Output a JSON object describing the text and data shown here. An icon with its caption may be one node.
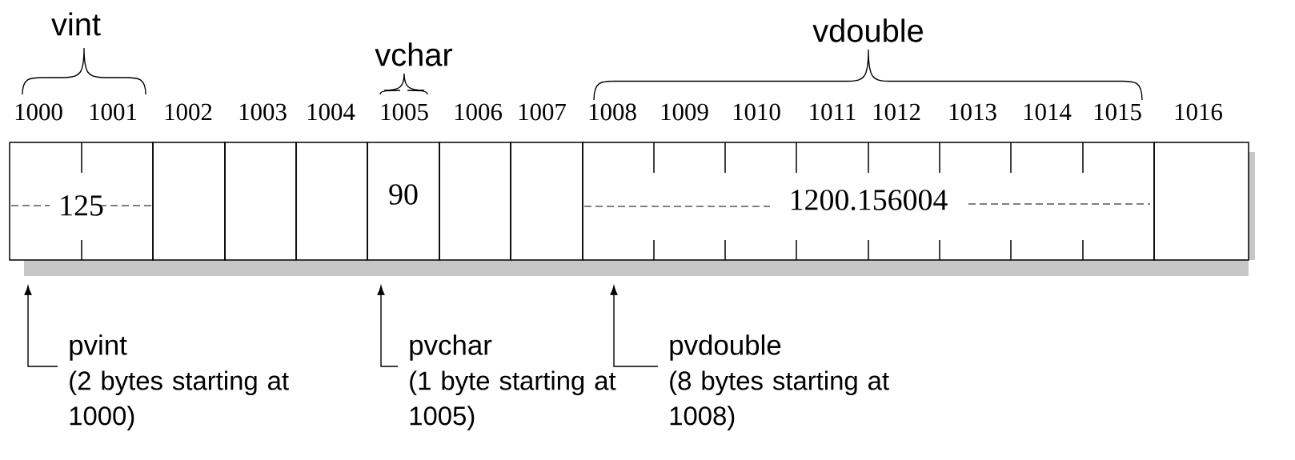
{
  "diagram": {
    "nodes": [
      {
        "text": [
          "125"
        ]
      },
      {
        "text": [],
        "shape": "box"
      },
      {
        "text": [],
        "shape": "box"
      },
      {
        "text": [],
        "shape": "box"
      },
      {
        "text": [
          "90"
        ]
      },
      {
        "text": [],
        "shape": "box"
      },
      {
        "text": [],
        "shape": "box"
      },
      {
        "text": [
          "1200.156004"
        ]
      },
      {
        "text": [],
        "shape": "box"
      },
      {
        "text": [
          "pvint",
          "(2 bytes starting at 1000)"
        ]
      },
      {
        "text": [
          "pvchar",
          "(1 byte starting at 1005)"
        ]
      },
      {
        "text": [
          "pvdouble",
          "(8 bytes starting at 1008)"
        ]
      }
    ],
    "edges": [
      {
        "from": 9,
        "to": 0,
        "arrow": "to"
      },
      {
        "from": 10,
        "to": 4,
        "arrow": "to"
      },
      {
        "from": 11,
        "to": 7,
        "arrow": "to"
      }
    ],
    "labels": [
      "vint",
      "vchar",
      "vdouble",
      "1000",
      "1001",
      "1002",
      "1003",
      "1004",
      "1005",
      "1006",
      "1007",
      "1008",
      "1009",
      "1010",
      "1011",
      "1012",
      "1013",
      "1014",
      "1015",
      "1016"
    ]
  }
}
